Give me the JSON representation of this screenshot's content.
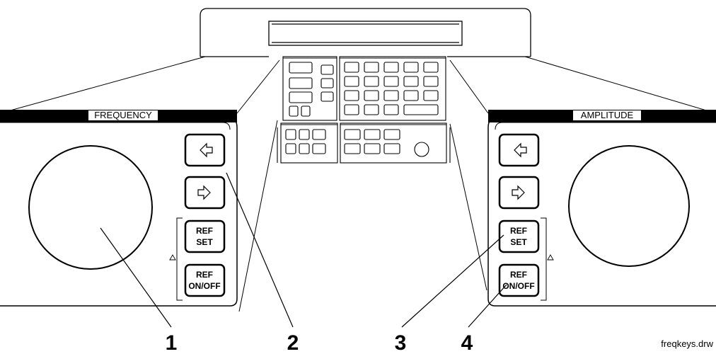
{
  "diagram": {
    "filename": "freqkeys.drw",
    "frequency_panel": {
      "title": "FREQUENCY",
      "arrow_left_icon": "left-arrow-icon",
      "arrow_right_icon": "right-arrow-icon",
      "ref_set": {
        "line1": "REF",
        "line2": "SET"
      },
      "ref_onoff": {
        "line1": "REF",
        "line2": "ON/OFF"
      }
    },
    "amplitude_panel": {
      "title": "AMPLITUDE",
      "arrow_left_icon": "left-arrow-icon",
      "arrow_right_icon": "right-arrow-icon",
      "ref_set": {
        "line1": "REF",
        "line2": "SET"
      },
      "ref_onoff": {
        "line1": "REF",
        "line2": "ON/OFF"
      }
    },
    "callouts": [
      "1",
      "2",
      "3",
      "4"
    ]
  }
}
